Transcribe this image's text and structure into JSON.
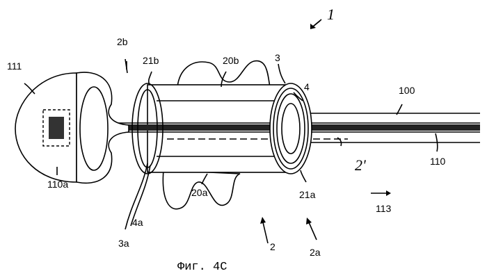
{
  "figure": {
    "caption": "Фиг. 4C",
    "labels": {
      "device": "1",
      "end_2b": "2b",
      "ring_21b": "21b",
      "lobe_20b": "20b",
      "element_3": "3",
      "element_4": "4",
      "tube_100": "100",
      "cap_111": "111",
      "insert_110a": "110a",
      "rod_110": "110",
      "axis_2prime": "2'",
      "direction_113": "113",
      "ring_21a": "21a",
      "end_2a": "2a",
      "body_2": "2",
      "lobe_20a": "20a",
      "wire_4a": "4a",
      "wire_3a": "3a"
    },
    "colors": {
      "ink": "#000000",
      "paper": "#ffffff"
    }
  }
}
